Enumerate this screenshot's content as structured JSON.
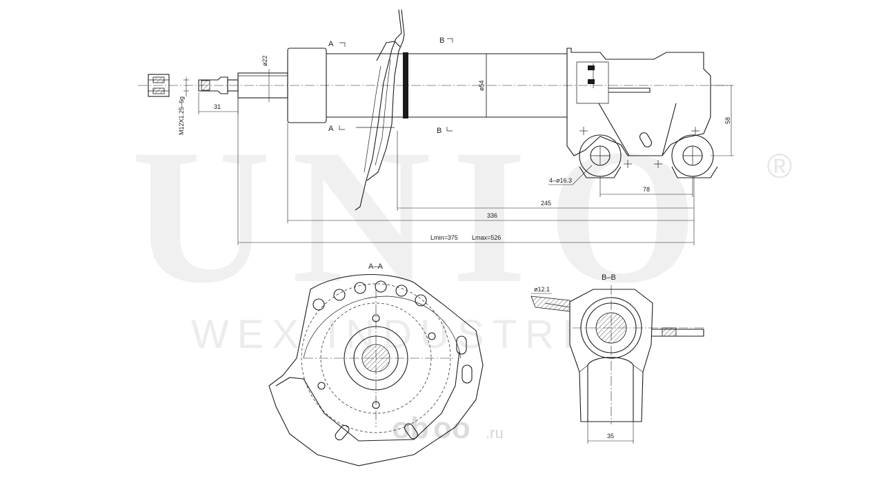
{
  "watermark": {
    "brand": "UNIO",
    "registered": "®",
    "line2": "WEX INDUSTRI",
    "site": "oboo.ru",
    "site_brand": "ob",
    "site_brand2": "oo",
    "site_tld": ".ru"
  },
  "section_labels": {
    "a_top": "A",
    "a_bottom": "A",
    "b_top": "B",
    "b_bottom": "B",
    "view_aa": "A–A",
    "view_bb": "B–B"
  },
  "dimensions": {
    "thread": "M12X1.25–6g",
    "d31": "31",
    "phi22": "ø22",
    "phi54": "ø54",
    "d58": "58",
    "holes": "4–ø16.3",
    "d78": "78",
    "d245": "245",
    "d336": "336",
    "lmin": "Lmin=375",
    "lmax": "Lmax=526",
    "phi12": "ø12.1",
    "d35": "35"
  }
}
